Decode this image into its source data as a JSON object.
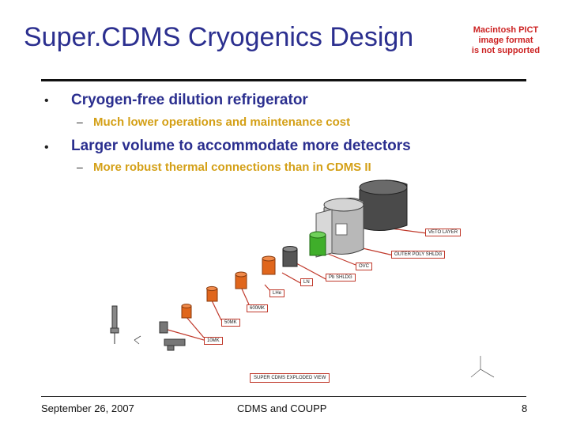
{
  "slide": {
    "title": "Super.CDMS Cryogenics Design",
    "pict_notice": [
      "Macintosh PICT",
      "image format",
      "is not supported"
    ],
    "bullets": [
      {
        "text": "Cryogen-free dilution refrigerator",
        "sub": "Much lower operations and maintenance cost"
      },
      {
        "text": "Larger volume to accommodate more detectors",
        "sub": "More robust thermal connections than in CDMS II"
      }
    ],
    "bullet_marker": "•",
    "sub_marker": "–"
  },
  "diagram": {
    "labels": {
      "veto": "VETO LAYER",
      "outer_poly": "OUTER POLY SHLDG",
      "ovc": "OVC",
      "pb": "Pb SHLDG",
      "ln": "LN",
      "lhe": "LHe",
      "k600": "600MK",
      "k50": "50MK",
      "k10": "10MK",
      "caption": "SUPER CDMS EXPLODED VIEW"
    },
    "colors": {
      "red_arrow": "#c0392b",
      "orange_can": "#e0661c",
      "green_can": "#3fae2a",
      "gray_shell": "#9a9a9a",
      "dark_veto": "#4a4a4a"
    }
  },
  "footer": {
    "date": "September 26, 2007",
    "center": "CDMS and COUPP",
    "page": "8"
  }
}
